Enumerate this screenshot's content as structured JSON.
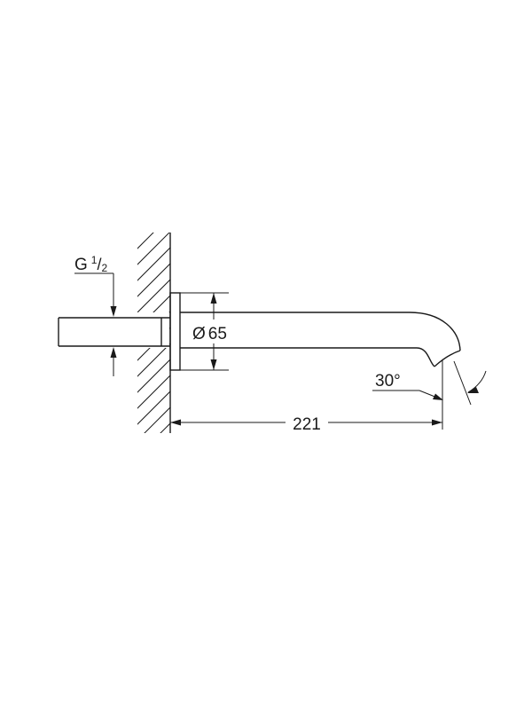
{
  "drawing": {
    "labels": {
      "thread_prefix": "G",
      "thread_numerator": "1",
      "thread_denominator": "2",
      "diameter_symbol": "Ø",
      "diameter_value": "65",
      "length_value": "221",
      "angle_value": "30°"
    },
    "colors": {
      "line": "#1a1a1a",
      "background": "#ffffff"
    }
  }
}
